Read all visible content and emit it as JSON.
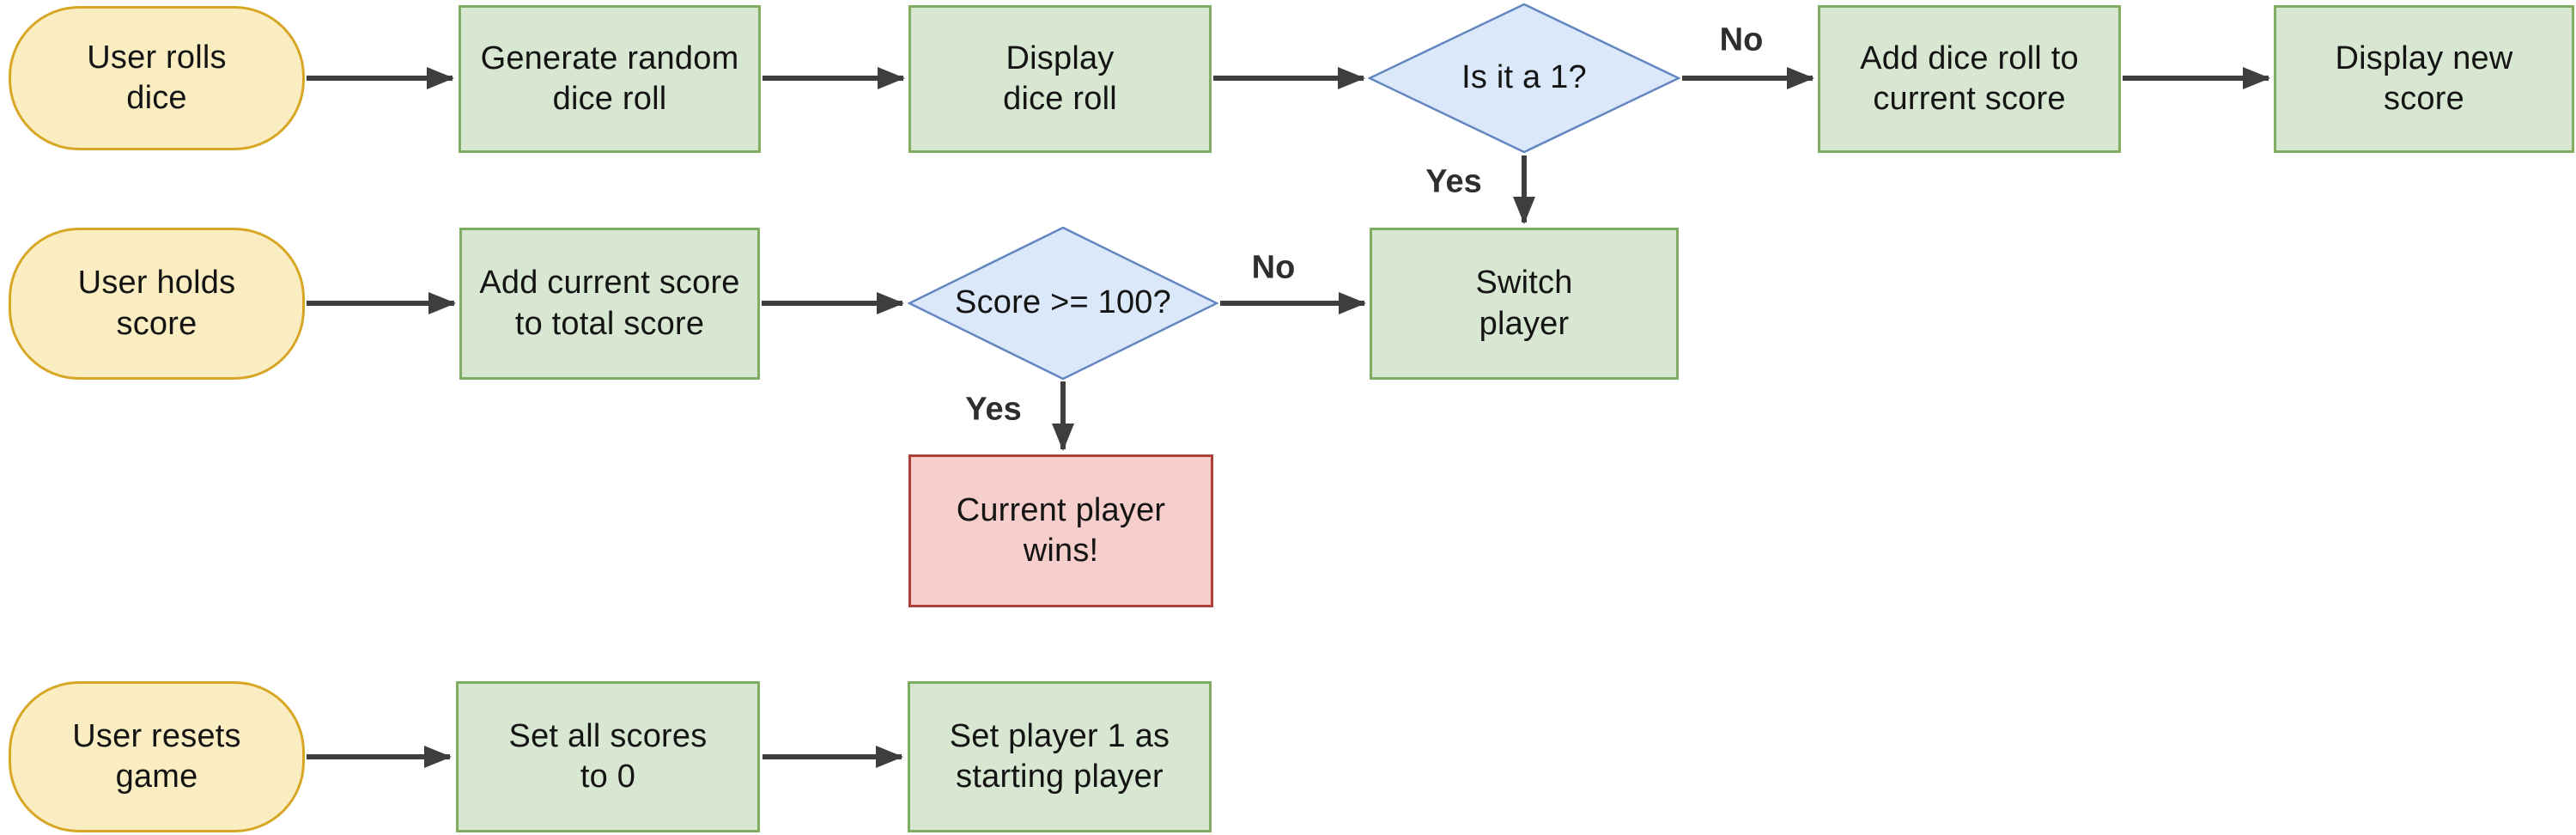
{
  "nodes": {
    "user_rolls_dice": "User rolls\ndice",
    "generate_random_dice_roll": "Generate random\ndice roll",
    "display_dice_roll": "Display\ndice roll",
    "is_it_a_1": "Is it a 1?",
    "add_dice_roll_to_current_score": "Add dice roll to\ncurrent score",
    "display_new_score": "Display new\nscore",
    "user_holds_score": "User holds\nscore",
    "add_current_score_to_total_score": "Add current score\nto total score",
    "score_gte_100": "Score >= 100?",
    "switch_player": "Switch\nplayer",
    "current_player_wins": "Current player\nwins!",
    "user_resets_game": "User resets\ngame",
    "set_all_scores_to_0": "Set all scores\nto 0",
    "set_player_1_as_starting_player": "Set player 1 as\nstarting player"
  },
  "edge_labels": {
    "is_it_a_1_no": "No",
    "is_it_a_1_yes": "Yes",
    "score_gte_100_no": "No",
    "score_gte_100_yes": "Yes"
  },
  "colors": {
    "terminator_fill": "#fbedc2",
    "terminator_border": "#d7a624",
    "process_fill": "#d8e7d1",
    "process_border": "#7fae63",
    "decision_fill": "#dbe8f9",
    "decision_border": "#6286c0",
    "alert_fill": "#f6cecb",
    "alert_border": "#ae3f39",
    "arrow": "#3e3e3e",
    "node_text": "#141414",
    "edge_label_text": "#2e2e2e"
  }
}
